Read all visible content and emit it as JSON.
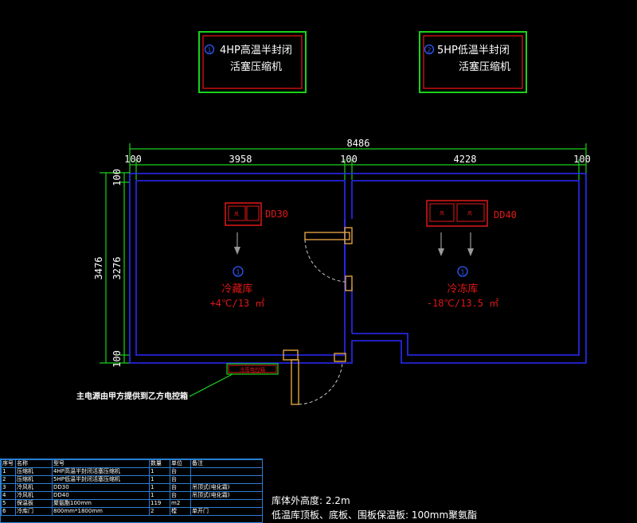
{
  "compressors": [
    {
      "num": "1",
      "line1": "4HP高温半封闭",
      "line2": "活塞压缩机"
    },
    {
      "num": "2",
      "line1": "5HP低温半封闭",
      "line2": "活塞压缩机"
    }
  ],
  "dimensions": {
    "total": "8486",
    "wall_left": "100",
    "span_left": "3958",
    "wall_mid": "100",
    "span_right": "4228",
    "wall_right": "100",
    "height_total": "3476",
    "height_inner": "3276",
    "wall_top": "100",
    "wall_bottom": "100"
  },
  "rooms": [
    {
      "num": "1",
      "unit": "DD30",
      "name": "冷藏库",
      "spec": "+4℃/13 ㎡"
    },
    {
      "num": "1",
      "unit": "DD40",
      "name": "冷冻库",
      "spec": "-18℃/13.5 ㎡"
    }
  ],
  "power_note": "主电源由甲方提供到乙方电控箱",
  "control_box_label": "冷库电控箱",
  "fan_glyph": "风",
  "notes": {
    "height": "库体外高度: 2.2m",
    "insulation": "低温库顶板、底板、围板保温板: 100mm聚氨酯"
  },
  "bom": {
    "headers": [
      "序号",
      "名称",
      "型号",
      "数量",
      "单位",
      "备注"
    ],
    "rows": [
      [
        "1",
        "压缩机",
        "4HP高温半封闭活塞压缩机",
        "1",
        "台",
        ""
      ],
      [
        "2",
        "压缩机",
        "5HP低温半封闭活塞压缩机",
        "1",
        "台",
        ""
      ],
      [
        "3",
        "冷风机",
        "DD30",
        "1",
        "台",
        "吊顶式(电化霜)"
      ],
      [
        "4",
        "冷风机",
        "DD40",
        "1",
        "台",
        "吊顶式(电化霜)"
      ],
      [
        "5",
        "保温板",
        "聚氨酯100mm",
        "119",
        "m2",
        ""
      ],
      [
        "6",
        "冷库门",
        "800mm*1800mm",
        "2",
        "樘",
        "单开门"
      ]
    ]
  },
  "colors": {
    "wall": "#2b2bff",
    "dimension": "#19d219",
    "equipment": "#e01818",
    "door": "#e0a040",
    "frame_outer": "#19d219",
    "frame_inner": "#c01010",
    "table_line": "#2a7fd6"
  }
}
